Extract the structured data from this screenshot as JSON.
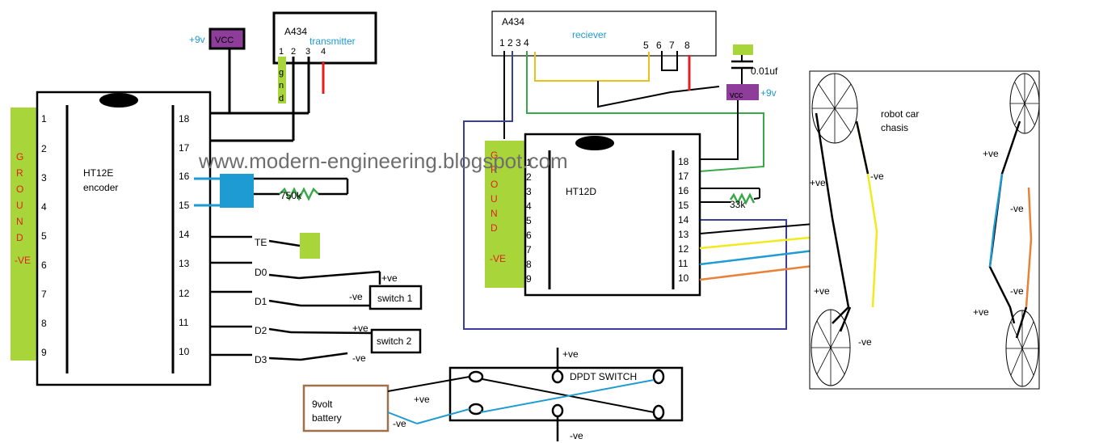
{
  "watermark": "www.modern-engineering.blogspot.com",
  "encoder": {
    "chip_name": "HT12E",
    "chip_sub": "encoder",
    "ground_letters": [
      "G",
      "R",
      "O",
      "U",
      "N",
      "D"
    ],
    "ground_neg": "-VE",
    "left_pins": [
      "1",
      "2",
      "3",
      "4",
      "5",
      "6",
      "7",
      "8",
      "9"
    ],
    "right_pins": [
      "18",
      "17",
      "16",
      "15",
      "14",
      "13",
      "12",
      "11",
      "10"
    ]
  },
  "transmitter": {
    "name": "A434",
    "label": "transmitter",
    "pins": [
      "1",
      "2",
      "3",
      "4"
    ],
    "gnd_letters": [
      "g",
      "n",
      "d"
    ]
  },
  "vcc_left": {
    "supply": "+9v",
    "label": "VCC"
  },
  "enc_resistor": "750k",
  "enc_te": "TE",
  "data_pins": [
    "D0",
    "D1",
    "D2",
    "D3"
  ],
  "switch1": {
    "label": "switch 1",
    "pos": "+ve",
    "neg": "-ve"
  },
  "switch2": {
    "label": "switch 2",
    "pos": "+ve",
    "neg": "-ve"
  },
  "receiver": {
    "name": "A434",
    "label": "reciever",
    "pins_left": "1 2 3 4",
    "pins_right": [
      "5",
      "6",
      "7",
      "8"
    ]
  },
  "capacitor": "0.01uf",
  "vcc_right": {
    "label": "vcc",
    "supply": "+9v"
  },
  "decoder": {
    "chip_name": "HT12D",
    "ground_letters": [
      "G",
      "R",
      "O",
      "U",
      "N",
      "D"
    ],
    "ground_neg": "-VE",
    "left_pins": [
      "1",
      "2",
      "3",
      "4",
      "5",
      "6",
      "7",
      "8",
      "9"
    ],
    "right_pins": [
      "18",
      "17",
      "16",
      "15",
      "14",
      "13",
      "12",
      "11",
      "10"
    ]
  },
  "dec_resistor": "33k",
  "robot": {
    "label_line1": "robot car",
    "label_line2": "chasis",
    "labels": [
      "+ve",
      "-ve",
      "+ve",
      "-ve",
      "+ve",
      "-ve",
      "+ve",
      "-ve"
    ]
  },
  "battery": {
    "line1": "9volt",
    "line2": "battery",
    "pos": "+ve",
    "neg": "-ve"
  },
  "dpdt": {
    "label": "DPDT SWITCH",
    "pos": "+ve",
    "neg": "-ve"
  },
  "colors": {
    "lime": "#a8d63a",
    "purple": "#8e3d9a",
    "blue": "#1e9bd2",
    "navy": "#3a3f9e",
    "yellow": "#f2ea1c",
    "orange": "#e8823a",
    "green": "#3aa84a",
    "red": "#e12020",
    "brown": "#a0704a"
  }
}
